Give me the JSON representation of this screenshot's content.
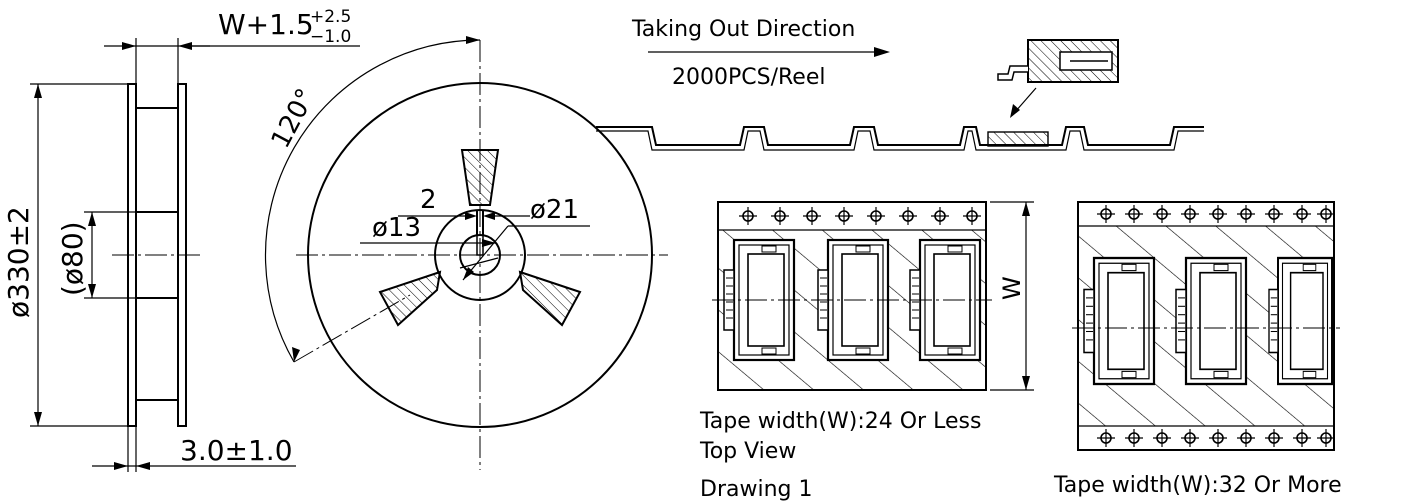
{
  "labels": {
    "width_tol_base": "W+1.5",
    "width_tol_plus": "+2.5",
    "width_tol_minus": "−1.0",
    "reel_dia": "ø330±2",
    "hub_dia": "(ø80)",
    "flange_gap": "3.0±1.0",
    "angle": "120°",
    "slot": "2",
    "bore_small": "ø13",
    "bore_large": "ø21",
    "direction": "Taking Out Direction",
    "qty": "2000PCS/Reel",
    "w_mark": "W",
    "caption_small_1": "Tape width(W):24 Or Less",
    "caption_small_2": "Top View",
    "caption_drawing": "Drawing 1",
    "caption_large": "Tape width(W):32 Or More"
  }
}
